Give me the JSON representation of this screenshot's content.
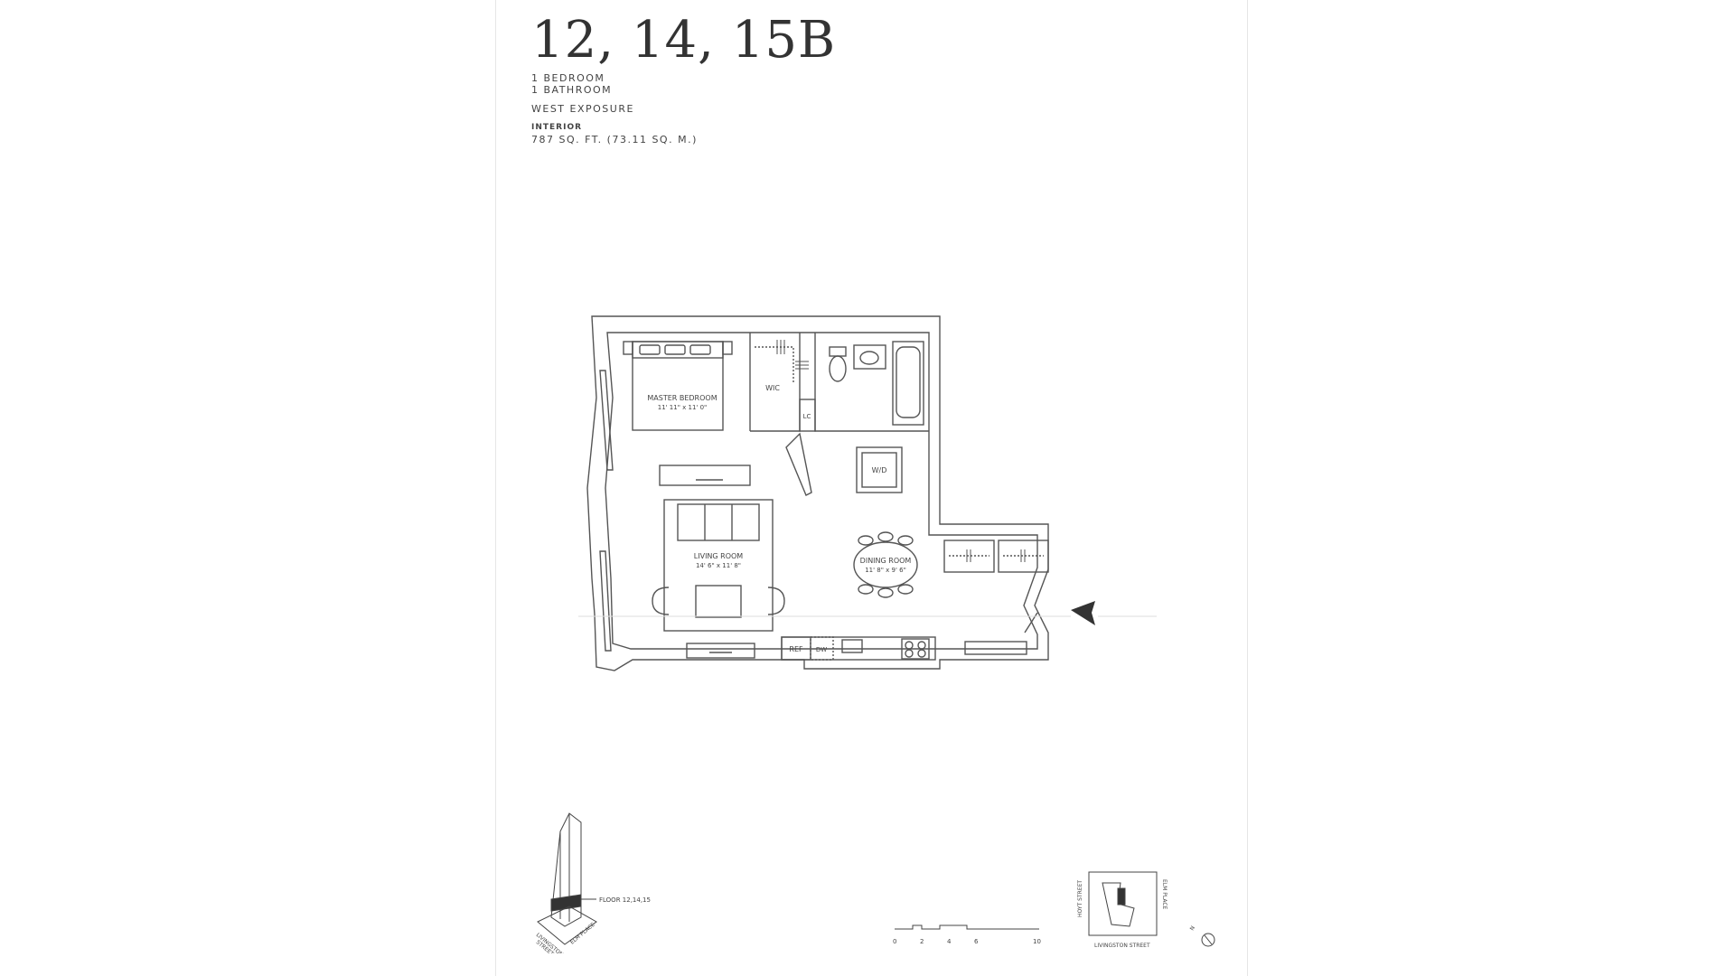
{
  "header": {
    "unit": "12, 14, 15B",
    "bedrooms": "1 BEDROOM",
    "bathrooms": "1 BATHROOM",
    "exposure": "WEST EXPOSURE",
    "interior_label": "INTERIOR",
    "interior_area": "787 SQ. FT. (73.11 SQ. M.)"
  },
  "rooms": {
    "master_bedroom": "MASTER BEDROOM",
    "master_bedroom_dims": "11' 11\" x 11' 0\"",
    "wic": "WIC",
    "lc": "LC",
    "wd": "W/D",
    "living_room": "LIVING ROOM",
    "living_room_dims": "14' 6\" x 11' 8\"",
    "dining_room": "DINING ROOM",
    "dining_room_dims": "11' 8\" x 9' 6\"",
    "ref": "REF",
    "dw": "DW"
  },
  "tower": {
    "floor_label": "FLOOR 12,14,15",
    "street_1": "LIVINGSTON",
    "street_1b": "STREET",
    "street_2": "ELM PLACE"
  },
  "scale": {
    "ticks": [
      "0",
      "2",
      "4",
      "6",
      "10"
    ]
  },
  "site": {
    "hoyt": "HOYT STREET",
    "elm": "ELM PLACE",
    "livingston": "LIVINGSTON STREET",
    "north": "N"
  }
}
